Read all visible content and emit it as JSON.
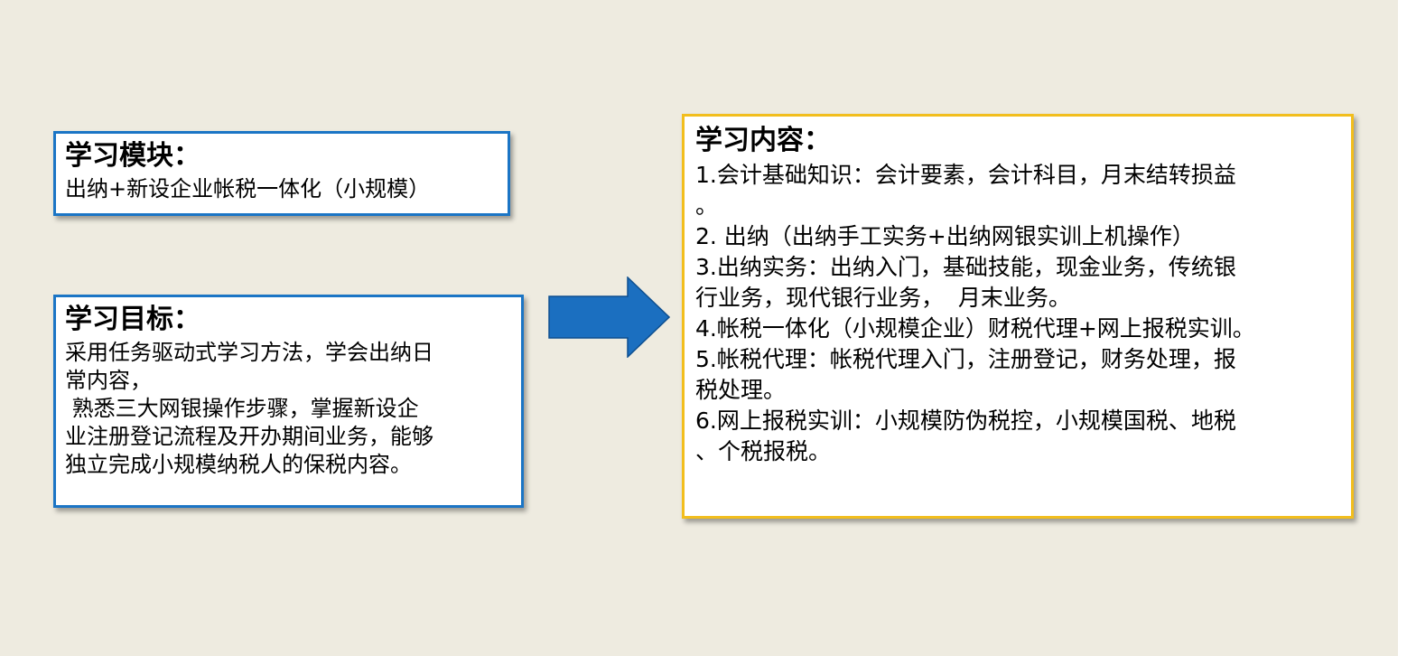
{
  "module": {
    "title": "学习模块：",
    "lines": [
      "出纳+新设企业帐税一体化（小规模）"
    ]
  },
  "goal": {
    "title": "学习目标：",
    "lines": [
      "采用任务驱动式学习方法，学会出纳日",
      "常内容，",
      " 熟悉三大网银操作步骤，掌握新设企",
      "业注册登记流程及开办期间业务，能够",
      "独立完成小规模纳税人的保税内容。"
    ]
  },
  "content": {
    "title": "学习内容：",
    "lines": [
      "1.会计基础知识：会计要素，会计科目，月末结转损益",
      "。",
      "2. 出纳（出纳手工实务+出纳网银实训上机操作）",
      "3.出纳实务：出纳入门，基础技能，现金业务，传统银",
      "行业务，现代银行业务，  月末业务。",
      "4.帐税一体化（小规模企业）财税代理+网上报税实训。",
      "5.帐税代理：帐税代理入门，注册登记，财务处理，报",
      "税处理。",
      "6.网上报税实训：小规模防伪税控，小规模国税、地税",
      "、个税报税。"
    ]
  },
  "colors": {
    "background": "#EEEBE0",
    "box_border_blue": "#1B75C5",
    "box_border_gold": "#F2BE1D",
    "arrow_fill": "#1B6FC0",
    "arrow_stroke": "#0E4F8F"
  },
  "icons": {
    "arrow": "right-arrow-icon"
  }
}
